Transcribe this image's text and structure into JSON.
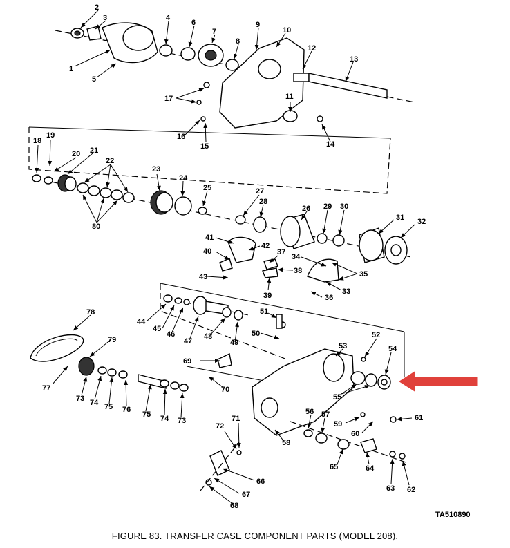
{
  "figure": {
    "caption": "FIGURE 83. TRANSFER CASE COMPONENT PARTS (MODEL 208).",
    "code": "TA510890",
    "callout_color": "#e0413b"
  },
  "labels": [
    "1",
    "2",
    "3",
    "4",
    "5",
    "6",
    "7",
    "8",
    "9",
    "10",
    "11",
    "12",
    "13",
    "14",
    "15",
    "16",
    "17",
    "18",
    "19",
    "20",
    "21",
    "22",
    "23",
    "24",
    "25",
    "26",
    "27",
    "28",
    "29",
    "30",
    "31",
    "32",
    "33",
    "34",
    "35",
    "36",
    "37",
    "38",
    "39",
    "40",
    "41",
    "42",
    "43",
    "44",
    "45",
    "46",
    "47",
    "48",
    "49",
    "50",
    "51",
    "52",
    "53",
    "54",
    "55",
    "56",
    "57",
    "58",
    "59",
    "60",
    "61",
    "62",
    "63",
    "64",
    "65",
    "66",
    "67",
    "68",
    "69",
    "70",
    "71",
    "72",
    "73",
    "73",
    "74",
    "74",
    "75",
    "75",
    "76",
    "77",
    "78",
    "79",
    "80"
  ]
}
